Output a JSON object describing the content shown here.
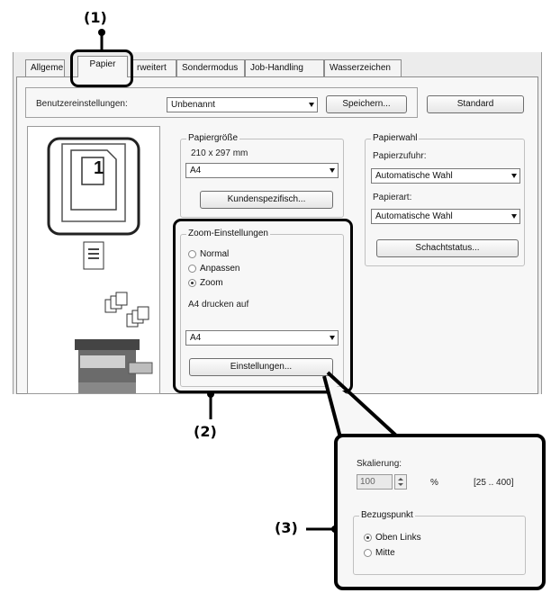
{
  "callouts": {
    "c1": "(1)",
    "c2": "(2)",
    "c3": "(3)"
  },
  "tabs": [
    {
      "label": "Allgeme"
    },
    {
      "label": "Papier"
    },
    {
      "label": "rweitert"
    },
    {
      "label": "Sondermodus"
    },
    {
      "label": "Job-Handling"
    },
    {
      "label": "Wasserzeichen"
    }
  ],
  "toolbar": {
    "settings_label": "Benutzereinstellungen:",
    "settings_value": "Unbenannt",
    "save_label": "Speichern...",
    "standard_label": "Standard"
  },
  "preview": {
    "page_number": "1"
  },
  "papiergroesse": {
    "title": "Papiergröße",
    "dimensions": "210 x 297 mm",
    "size_value": "A4",
    "custom_button": "Kundenspezifisch..."
  },
  "papierwahl": {
    "title": "Papierwahl",
    "feed_label": "Papierzufuhr:",
    "feed_value": "Automatische Wahl",
    "type_label": "Papierart:",
    "type_value": "Automatische Wahl",
    "tray_status_button": "Schachtstatus..."
  },
  "zoom": {
    "title": "Zoom-Einstellungen",
    "options": [
      {
        "label": "Normal",
        "checked": false
      },
      {
        "label": "Anpassen",
        "checked": false
      },
      {
        "label": "Zoom",
        "checked": true
      }
    ],
    "print_on_label": "A4 drucken auf",
    "print_on_value": "A4",
    "settings_button": "Einstellungen..."
  },
  "zoom_dialog": {
    "scale_label": "Skalierung:",
    "scale_value": "100",
    "unit": "%",
    "range": "[25 .. 400]",
    "ref_title": "Bezugspunkt",
    "ref_options": [
      {
        "label": "Oben Links",
        "checked": true
      },
      {
        "label": "Mitte",
        "checked": false
      }
    ]
  },
  "colors": {
    "highlight": "#000000",
    "panel": "#f7f7f7",
    "dialog": "#ececec"
  }
}
